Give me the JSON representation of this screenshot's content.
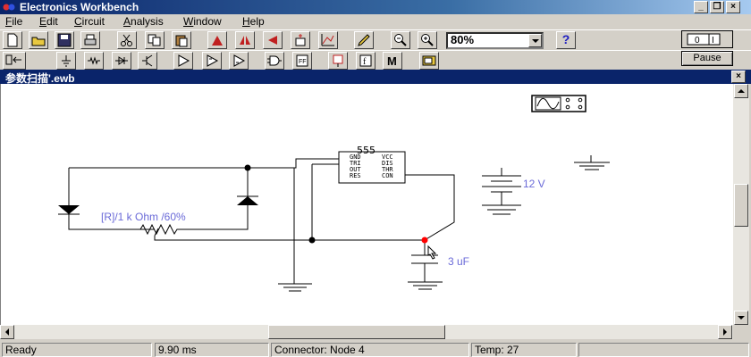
{
  "window": {
    "title": "Electronics Workbench"
  },
  "menu": [
    {
      "label": "File",
      "accel": "F",
      "rest": "ile"
    },
    {
      "label": "Edit",
      "accel": "E",
      "rest": "dit"
    },
    {
      "label": "Circuit",
      "accel": "C",
      "rest": "ircuit"
    },
    {
      "label": "Analysis",
      "accel": "A",
      "rest": "nalysis"
    },
    {
      "label": "Window",
      "accel": "W",
      "rest": "indow"
    },
    {
      "label": "Help",
      "accel": "H",
      "rest": "elp"
    }
  ],
  "toolbar": {
    "zoom": "80%",
    "help_label": "?",
    "pause_label": "Pause"
  },
  "document": {
    "title": "参数扫描'.ewb"
  },
  "circuit": {
    "ic_label": "555",
    "ic_pins_left": [
      "GND",
      "TRI",
      "OUT",
      "RES"
    ],
    "ic_pins_right": [
      "VCC",
      "DIS",
      "THR",
      "CON"
    ],
    "pot_label": "[R]/1 k Ohm /60%",
    "battery_label": "12 V",
    "cap_label": "3 uF"
  },
  "status": {
    "state": "Ready",
    "time": "9.90 ms",
    "connector": "Connector: Node 4",
    "temp": "Temp:  27"
  },
  "colors": {
    "titlebar": "#0a246a",
    "component_label": "#6a6ad8",
    "node_selected": "#ff0000"
  }
}
